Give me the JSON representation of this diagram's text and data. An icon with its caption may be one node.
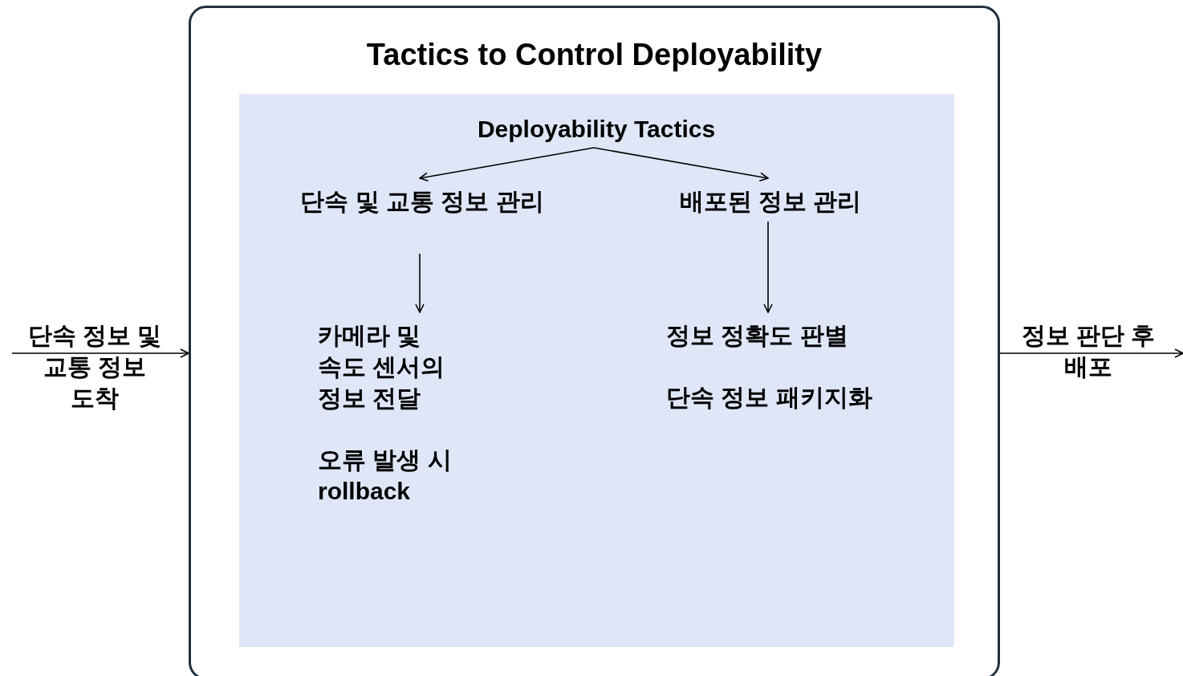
{
  "diagram": {
    "title": "Tactics to Control Deployability",
    "nodes": [
      {
        "text": [],
        "shape": "box"
      },
      {
        "text": [],
        "shape": "box",
        "in": 0
      },
      {
        "text": [
          "Deployability Tactics"
        ],
        "in": 1
      },
      {
        "text": [
          "단속 및 교통 정보 관리"
        ],
        "in": 1
      },
      {
        "text": [
          "배포된 정보 관리"
        ],
        "in": 1
      },
      {
        "text": [
          "카메라 및 속도 센서의 정보 전달",
          "오류 발생 시 rollback"
        ],
        "in": 1
      },
      {
        "text": [
          "정보 정확도 판별",
          "단속 정보 패키지화"
        ],
        "in": 1
      }
    ],
    "edges": [
      {
        "from": 2,
        "to": 3,
        "arrow": "to"
      },
      {
        "from": 2,
        "to": 4,
        "arrow": "to"
      },
      {
        "from": 3,
        "to": 5,
        "arrow": "to"
      },
      {
        "from": 4,
        "to": 6,
        "arrow": "to"
      },
      {
        "from": null,
        "to": 0,
        "arrow": "to",
        "label": "단속 정보 및 교통 정보 도착"
      },
      {
        "from": 0,
        "to": null,
        "arrow": "to",
        "label": "정보 판단 후 배포"
      }
    ]
  }
}
